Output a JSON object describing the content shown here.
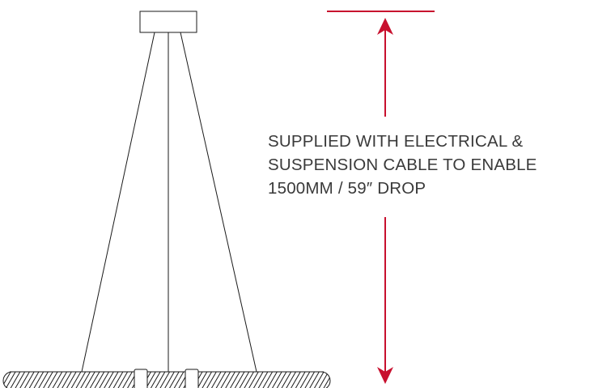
{
  "caption": {
    "lines": [
      "SUPPLIED WITH ELECTRICAL &",
      "SUSPENSION CABLE TO ENABLE",
      "1500MM / 59″ DROP"
    ]
  },
  "colors": {
    "dimension": "#c8102e",
    "line": "#1a1a1a",
    "text": "#3a3a3a"
  },
  "icons": {
    "arrow_up": "arrow-up-icon",
    "arrow_down": "arrow-down-icon"
  }
}
